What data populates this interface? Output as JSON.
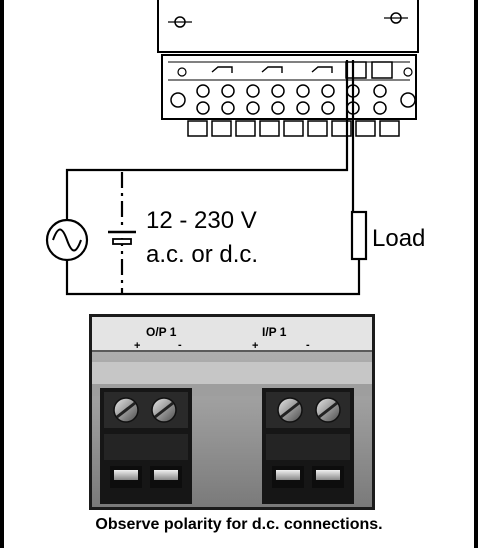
{
  "circuit": {
    "voltage_label_line1": "12 - 230 V",
    "voltage_label_line2": "a.c. or d.c.",
    "load_label": "Load",
    "ac_source_icon": "sine-wave-icon",
    "dc_source_icon": "battery-icon"
  },
  "terminal_photo": {
    "output_label": "O/P 1",
    "input_label": "I/P 1",
    "plus_sign": "+",
    "minus_sign": "-"
  },
  "caption": "Observe polarity for d.c. connections.",
  "colors": {
    "line": "#000000",
    "background": "#ffffff",
    "photo_background": "#8f8f8f",
    "terminal_block": "#1a1a1a"
  }
}
